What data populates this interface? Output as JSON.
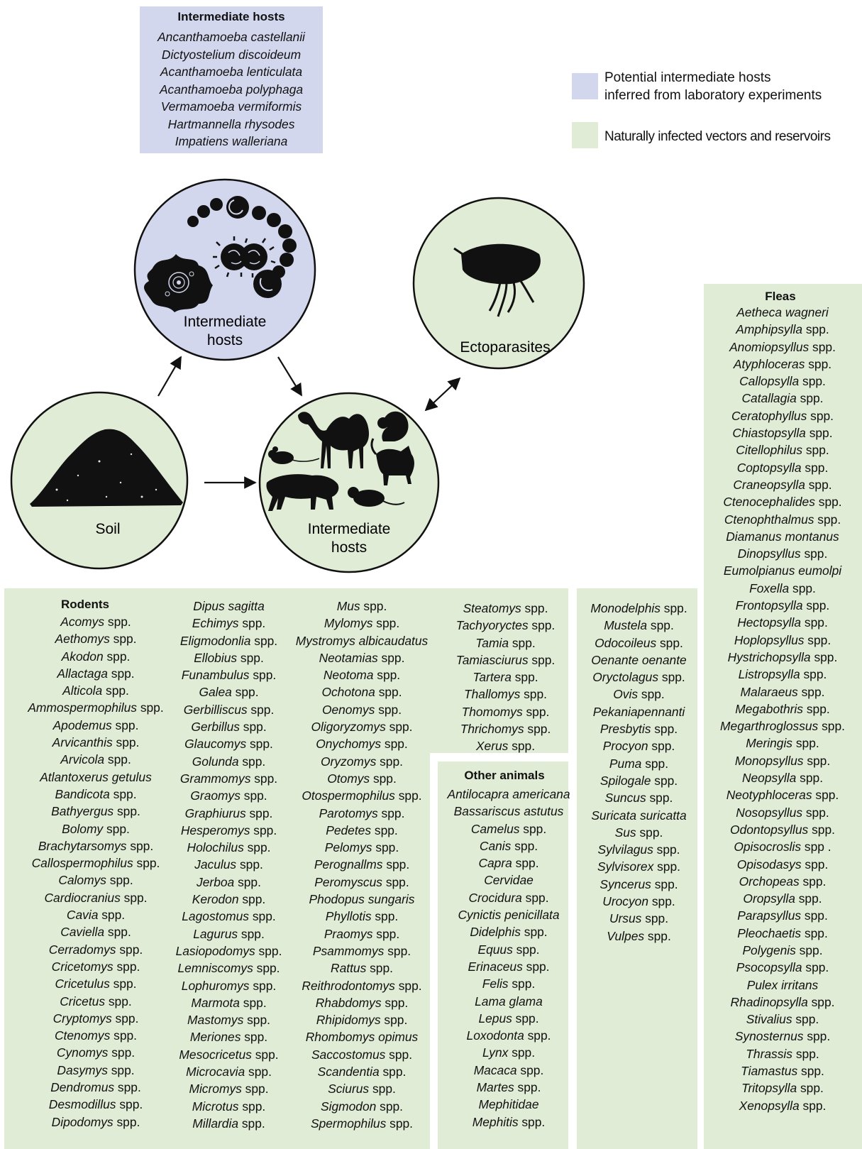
{
  "colors": {
    "intermediate_panel": "#d3d7ee",
    "natural_panel": "#e1ecd6",
    "silhouette": "#111111"
  },
  "top_box": {
    "title": "Intermediate hosts",
    "items": [
      {
        "genus": "Ancanthamoeba castellanii",
        "suffix": ""
      },
      {
        "genus": "Dictyostelium discoideum",
        "suffix": ""
      },
      {
        "genus": "Acanthamoeba lenticulata",
        "suffix": ""
      },
      {
        "genus": "Acanthamoeba polyphaga",
        "suffix": ""
      },
      {
        "genus": "Vermamoeba vermiformis",
        "suffix": ""
      },
      {
        "genus": "Hartmannella rhysodes",
        "suffix": ""
      },
      {
        "genus": "Impatiens walleriana",
        "suffix": ""
      }
    ]
  },
  "legend": [
    {
      "label_line1": "Potential intermediate hosts",
      "label_line2": "inferred from laboratory experiments",
      "color": "#d3d7ee"
    },
    {
      "label_line1": "Naturally infected vectors and reservoirs",
      "label_line2": "",
      "color": "#e1ecd6"
    }
  ],
  "diagram": {
    "node_micro_line1": "Intermediate",
    "node_micro_line2": "hosts",
    "node_ecto": "Ectoparasites",
    "node_soil": "Soil",
    "node_animal_line1": "Intermediate",
    "node_animal_line2": "hosts",
    "icons": {
      "amoeba": "amoeba-icon",
      "bacteria": "bacteria-cluster-icon",
      "flea": "flea-icon",
      "soil": "soil-mound-icon",
      "camel": "camel-icon",
      "mouse": "mouse-icon",
      "squirrel": "squirrel-icon",
      "cat": "cat-icon",
      "big_cat": "big-cat-icon",
      "rat": "rat-icon"
    }
  },
  "rodents": {
    "title": "Rodents",
    "col1": [
      {
        "genus": "Acomys",
        "suffix": " spp."
      },
      {
        "genus": "Aethomys",
        "suffix": " spp."
      },
      {
        "genus": "Akodon",
        "suffix": " spp."
      },
      {
        "genus": "Allactaga",
        "suffix": " spp."
      },
      {
        "genus": "Alticola",
        "suffix": " spp."
      },
      {
        "genus": "Ammospermophilus",
        "suffix": " spp."
      },
      {
        "genus": "Apodemus",
        "suffix": " spp."
      },
      {
        "genus": "Arvicanthis",
        "suffix": " spp."
      },
      {
        "genus": "Arvicola",
        "suffix": " spp."
      },
      {
        "genus": "Atlantoxerus getulus",
        "suffix": ""
      },
      {
        "genus": "Bandicota",
        "suffix": " spp."
      },
      {
        "genus": "Bathyergus",
        "suffix": " spp."
      },
      {
        "genus": "Bolomy",
        "suffix": " spp."
      },
      {
        "genus": "Brachytarsomys",
        "suffix": " spp."
      },
      {
        "genus": "Callospermophilus",
        "suffix": " spp."
      },
      {
        "genus": "Calomys",
        "suffix": " spp."
      },
      {
        "genus": "Cardiocranius",
        "suffix": " spp."
      },
      {
        "genus": "Cavia",
        "suffix": " spp."
      },
      {
        "genus": "Caviella",
        "suffix": " spp."
      },
      {
        "genus": "Cerradomys",
        "suffix": " spp."
      },
      {
        "genus": "Cricetomys",
        "suffix": " spp."
      },
      {
        "genus": "Cricetulus",
        "suffix": " spp."
      },
      {
        "genus": "Cricetus",
        "suffix": " spp."
      },
      {
        "genus": "Cryptomys",
        "suffix": " spp."
      },
      {
        "genus": "Ctenomys",
        "suffix": " spp."
      },
      {
        "genus": "Cynomys",
        "suffix": " spp."
      },
      {
        "genus": "Dasymys",
        "suffix": " spp."
      },
      {
        "genus": "Dendromus",
        "suffix": " spp."
      },
      {
        "genus": "Desmodillus",
        "suffix": " spp."
      },
      {
        "genus": "Dipodomys",
        "suffix": " spp."
      }
    ],
    "col2": [
      {
        "genus": "Dipus sagitta",
        "suffix": ""
      },
      {
        "genus": "Echimys",
        "suffix": " spp."
      },
      {
        "genus": "Eligmodonlia",
        "suffix": " spp."
      },
      {
        "genus": "Ellobius",
        "suffix": " spp."
      },
      {
        "genus": "Funambulus",
        "suffix": " spp."
      },
      {
        "genus": "Galea",
        "suffix": " spp."
      },
      {
        "genus": "Gerbilliscus",
        "suffix": " spp."
      },
      {
        "genus": "Gerbillus",
        "suffix": " spp."
      },
      {
        "genus": "Glaucomys",
        "suffix": " spp."
      },
      {
        "genus": "Golunda",
        "suffix": " spp."
      },
      {
        "genus": "Grammomys",
        "suffix": " spp."
      },
      {
        "genus": "Graomys",
        "suffix": " spp."
      },
      {
        "genus": "Graphiurus",
        "suffix": " spp."
      },
      {
        "genus": "Hesperomys",
        "suffix": " spp."
      },
      {
        "genus": "Holochilus",
        "suffix": " spp."
      },
      {
        "genus": "Jaculus",
        "suffix": " spp."
      },
      {
        "genus": "Jerboa",
        "suffix": " spp."
      },
      {
        "genus": "Kerodon",
        "suffix": " spp."
      },
      {
        "genus": "Lagostomus",
        "suffix": " spp."
      },
      {
        "genus": "Lagurus",
        "suffix": " spp."
      },
      {
        "genus": "Lasiopodomys",
        "suffix": " spp."
      },
      {
        "genus": "Lemniscomys",
        "suffix": " spp."
      },
      {
        "genus": "Lophuromys",
        "suffix": " spp."
      },
      {
        "genus": "Marmota",
        "suffix": " spp."
      },
      {
        "genus": "Mastomys",
        "suffix": " spp."
      },
      {
        "genus": "Meriones",
        "suffix": " spp."
      },
      {
        "genus": "Mesocricetus",
        "suffix": " spp."
      },
      {
        "genus": "Microcavia",
        "suffix": " spp."
      },
      {
        "genus": "Micromys",
        "suffix": " spp."
      },
      {
        "genus": "Microtus",
        "suffix": " spp."
      },
      {
        "genus": "Millardia",
        "suffix": " spp."
      }
    ],
    "col3": [
      {
        "genus": "Mus",
        "suffix": " spp."
      },
      {
        "genus": "Mylomys",
        "suffix": " spp."
      },
      {
        "genus": "Mystromys albicaudatus",
        "suffix": ""
      },
      {
        "genus": "Neotamias",
        "suffix": " spp."
      },
      {
        "genus": "Neotoma",
        "suffix": " spp."
      },
      {
        "genus": "Ochotona",
        "suffix": " spp."
      },
      {
        "genus": "Oenomys",
        "suffix": " spp."
      },
      {
        "genus": "Oligoryzomys",
        "suffix": " spp."
      },
      {
        "genus": "Onychomys",
        "suffix": " spp."
      },
      {
        "genus": "Oryzomys",
        "suffix": " spp."
      },
      {
        "genus": "Otomys",
        "suffix": " spp."
      },
      {
        "genus": "Otospermophilus",
        "suffix": " spp."
      },
      {
        "genus": "Parotomys",
        "suffix": " spp."
      },
      {
        "genus": "Pedetes",
        "suffix": " spp."
      },
      {
        "genus": "Pelomys",
        "suffix": " spp."
      },
      {
        "genus": "Perognallms",
        "suffix": " spp."
      },
      {
        "genus": "Peromyscus",
        "suffix": " spp."
      },
      {
        "genus": "Phodopus sungaris",
        "suffix": ""
      },
      {
        "genus": "Phyllotis",
        "suffix": " spp."
      },
      {
        "genus": "Praomys",
        "suffix": " spp."
      },
      {
        "genus": "Psammomys",
        "suffix": " spp."
      },
      {
        "genus": "Rattus",
        "suffix": " spp."
      },
      {
        "genus": "Reithrodontomys",
        "suffix": " spp."
      },
      {
        "genus": "Rhabdomys",
        "suffix": " spp."
      },
      {
        "genus": "Rhipidomys",
        "suffix": " spp."
      },
      {
        "genus": "Rhombomys opimus",
        "suffix": ""
      },
      {
        "genus": "Saccostomus",
        "suffix": " spp."
      },
      {
        "genus": "Scandentia",
        "suffix": " spp."
      },
      {
        "genus": "Sciurus",
        "suffix": " spp."
      },
      {
        "genus": "Sigmodon",
        "suffix": " spp."
      },
      {
        "genus": "Spermophilus",
        "suffix": " spp."
      }
    ],
    "col4": [
      {
        "genus": "Steatomys",
        "suffix": " spp."
      },
      {
        "genus": "Tachyoryctes",
        "suffix": " spp."
      },
      {
        "genus": "Tamia",
        "suffix": " spp."
      },
      {
        "genus": "Tamiasciurus",
        "suffix": " spp."
      },
      {
        "genus": "Tartera",
        "suffix": " spp."
      },
      {
        "genus": "Thallomys",
        "suffix": " spp."
      },
      {
        "genus": "Thomomys",
        "suffix": " spp."
      },
      {
        "genus": "Thrichomys",
        "suffix": " spp."
      },
      {
        "genus": "Xerus",
        "suffix": " spp."
      }
    ]
  },
  "other_animals": {
    "title": "Other animals",
    "col1": [
      {
        "genus": "Antilocapra americana",
        "suffix": ""
      },
      {
        "genus": "Bassariscus astutus",
        "suffix": ""
      },
      {
        "genus": "Camelus",
        "suffix": " spp."
      },
      {
        "genus": "Canis",
        "suffix": " spp."
      },
      {
        "genus": "Capra",
        "suffix": " spp."
      },
      {
        "genus": "Cervidae",
        "suffix": ""
      },
      {
        "genus": "Crocidura",
        "suffix": " spp."
      },
      {
        "genus": "Cynictis penicillata",
        "suffix": ""
      },
      {
        "genus": "Didelphis",
        "suffix": " spp."
      },
      {
        "genus": "Equus",
        "suffix": " spp."
      },
      {
        "genus": "Erinaceus",
        "suffix": " spp."
      },
      {
        "genus": "Felis",
        "suffix": " spp."
      },
      {
        "genus": "Lama glama",
        "suffix": ""
      },
      {
        "genus": "Lepus",
        "suffix": " spp."
      },
      {
        "genus": "Loxodonta",
        "suffix": " spp."
      },
      {
        "genus": "Lynx",
        "suffix": " spp."
      },
      {
        "genus": "Macaca",
        "suffix": " spp."
      },
      {
        "genus": "Martes",
        "suffix": " spp."
      },
      {
        "genus": "Mephitidae",
        "suffix": ""
      },
      {
        "genus": "Mephitis",
        "suffix": " spp."
      }
    ],
    "col2": [
      {
        "genus": "Monodelphis",
        "suffix": " spp."
      },
      {
        "genus": "Mustela",
        "suffix": " spp."
      },
      {
        "genus": "Odocoileus",
        "suffix": " spp."
      },
      {
        "genus": "Oenante oenante",
        "suffix": ""
      },
      {
        "genus": "Oryctolagus",
        "suffix": " spp."
      },
      {
        "genus": "Ovis",
        "suffix": " spp."
      },
      {
        "genus": "Pekaniapennanti",
        "suffix": ""
      },
      {
        "genus": "Presbytis",
        "suffix": " spp."
      },
      {
        "genus": "Procyon",
        "suffix": " spp."
      },
      {
        "genus": "Puma",
        "suffix": " spp."
      },
      {
        "genus": "Spilogale",
        "suffix": " spp."
      },
      {
        "genus": "Suncus",
        "suffix": " spp."
      },
      {
        "genus": "Suricata suricatta",
        "suffix": ""
      },
      {
        "genus": "Sus",
        "suffix": " spp."
      },
      {
        "genus": "Sylvilagus",
        "suffix": " spp."
      },
      {
        "genus": "Sylvisorex",
        "suffix": " spp."
      },
      {
        "genus": "Syncerus",
        "suffix": " spp."
      },
      {
        "genus": "Urocyon",
        "suffix": " spp."
      },
      {
        "genus": "Ursus",
        "suffix": " spp."
      },
      {
        "genus": "Vulpes",
        "suffix": " spp."
      }
    ]
  },
  "fleas": {
    "title": "Fleas",
    "items": [
      {
        "genus": "Aetheca wagneri",
        "suffix": ""
      },
      {
        "genus": "Amphipsylla",
        "suffix": " spp."
      },
      {
        "genus": "Anomiopsyllus",
        "suffix": " spp."
      },
      {
        "genus": "Atyphloceras",
        "suffix": " spp."
      },
      {
        "genus": "Callopsylla",
        "suffix": " spp."
      },
      {
        "genus": "Catallagia",
        "suffix": " spp."
      },
      {
        "genus": "Ceratophyllus",
        "suffix": " spp."
      },
      {
        "genus": "Chiastopsylla",
        "suffix": " spp."
      },
      {
        "genus": "Citellophilus",
        "suffix": " spp."
      },
      {
        "genus": "Coptopsylla",
        "suffix": " spp."
      },
      {
        "genus": "Craneopsylla",
        "suffix": " spp."
      },
      {
        "genus": "Ctenocephalides",
        "suffix": " spp."
      },
      {
        "genus": "Ctenophthalmus",
        "suffix": " spp."
      },
      {
        "genus": "Diamanus montanus",
        "suffix": ""
      },
      {
        "genus": "Dinopsyllus",
        "suffix": " spp."
      },
      {
        "genus": "Eumolpianus eumolpi",
        "suffix": ""
      },
      {
        "genus": "Foxella",
        "suffix": " spp."
      },
      {
        "genus": "Frontopsylla",
        "suffix": " spp."
      },
      {
        "genus": "Hectopsylla",
        "suffix": " spp."
      },
      {
        "genus": "Hoplopsyllus",
        "suffix": " spp."
      },
      {
        "genus": "Hystrichopsylla",
        "suffix": " spp."
      },
      {
        "genus": "Listropsylla",
        "suffix": " spp."
      },
      {
        "genus": "Malaraeus",
        "suffix": " spp."
      },
      {
        "genus": "Megabothris",
        "suffix": " spp."
      },
      {
        "genus": "Megarthroglossus",
        "suffix": " spp."
      },
      {
        "genus": "Meringis",
        "suffix": " spp."
      },
      {
        "genus": "Monopsyllus",
        "suffix": " spp."
      },
      {
        "genus": "Neopsylla",
        "suffix": " spp."
      },
      {
        "genus": "Neotyphloceras",
        "suffix": " spp."
      },
      {
        "genus": "Nosopsyllus",
        "suffix": " spp."
      },
      {
        "genus": "Odontopsyllus",
        "suffix": " spp."
      },
      {
        "genus": "Opisocroslis",
        "suffix": " spp ."
      },
      {
        "genus": "Opisodasys",
        "suffix": " spp."
      },
      {
        "genus": "Orchopeas",
        "suffix": " spp."
      },
      {
        "genus": "Oropsylla",
        "suffix": " spp."
      },
      {
        "genus": "Parapsyllus",
        "suffix": " spp."
      },
      {
        "genus": "Pleochaetis",
        "suffix": " spp."
      },
      {
        "genus": "Polygenis",
        "suffix": " spp."
      },
      {
        "genus": "Psocopsylla",
        "suffix": " spp."
      },
      {
        "genus": "Pulex irritans",
        "suffix": ""
      },
      {
        "genus": "Rhadinopsylla",
        "suffix": " spp."
      },
      {
        "genus": "Stivalius",
        "suffix": " spp."
      },
      {
        "genus": "Synosternus",
        "suffix": " spp."
      },
      {
        "genus": "Thrassis",
        "suffix": " spp."
      },
      {
        "genus": "Tiamastus",
        "suffix": " spp."
      },
      {
        "genus": "Tritopsylla",
        "suffix": " spp."
      },
      {
        "genus": "Xenopsylla",
        "suffix": " spp."
      }
    ]
  }
}
